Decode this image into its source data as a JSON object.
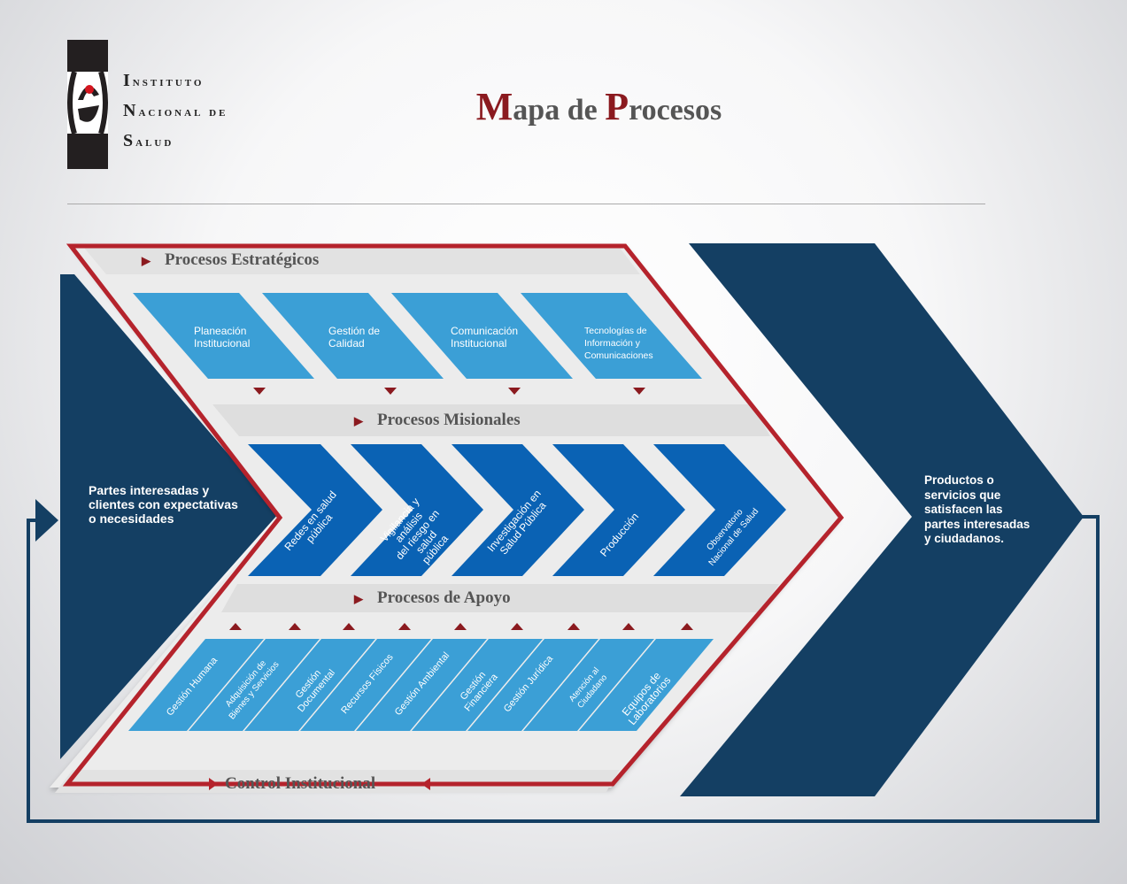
{
  "logo": {
    "lines": [
      "Instituto",
      "Nacional de",
      "Salud"
    ]
  },
  "title": {
    "first_cap": "M",
    "first_rest": "apa de ",
    "second_cap": "P",
    "second_rest": "rocesos"
  },
  "sections": {
    "strategic": "Procesos Estratégicos",
    "missional": "Procesos Misionales",
    "support": "Procesos de Apoyo",
    "control": "Control Institucional"
  },
  "strategic_items": [
    {
      "line1": "Planeación",
      "line2": "Institucional",
      "line3": ""
    },
    {
      "line1": "Gestión de",
      "line2": "Calidad",
      "line3": ""
    },
    {
      "line1": "Comunicación",
      "line2": "Institucional",
      "line3": ""
    },
    {
      "line1": "Tecnologías de",
      "line2": "Información y",
      "line3": "Comunicaciones"
    }
  ],
  "missional_items": [
    {
      "line1": "Redes en salud",
      "line2": "pública",
      "line3": ""
    },
    {
      "line1": "Vigilancia y análisis",
      "line2": "del riesgo en salud",
      "line3": "pública"
    },
    {
      "line1": "Investigación en",
      "line2": "Salud Pública",
      "line3": ""
    },
    {
      "line1": "Producción",
      "line2": "",
      "line3": ""
    },
    {
      "line1": "Observatorio",
      "line2": "Nacional de Salud",
      "line3": ""
    }
  ],
  "support_items": [
    {
      "line1": "Gestión Humana",
      "line2": ""
    },
    {
      "line1": "Adquisición de",
      "line2": "Bienes y Servicios"
    },
    {
      "line1": "Gestión Documental",
      "line2": ""
    },
    {
      "line1": "Recursos Físicos",
      "line2": ""
    },
    {
      "line1": "Gestión Ambiental",
      "line2": ""
    },
    {
      "line1": "Gestión  Financiera",
      "line2": ""
    },
    {
      "line1": "Gestión Jurídica",
      "line2": ""
    },
    {
      "line1": "Atención al Ciudadano",
      "line2": ""
    },
    {
      "line1": "Equipos de",
      "line2": "Laboratorios"
    }
  ],
  "input_text": "Partes interesadas y clientes con expectativas o necesidades",
  "output_text": "Productos o servicios que satisfacen las partes interesadas y ciudadanos.",
  "colors": {
    "navy": "#143f63",
    "light_blue": "#3b9fd6",
    "mid_blue": "#0a62b4",
    "red": "#b5232c",
    "dark_red": "#8b1a1f"
  }
}
